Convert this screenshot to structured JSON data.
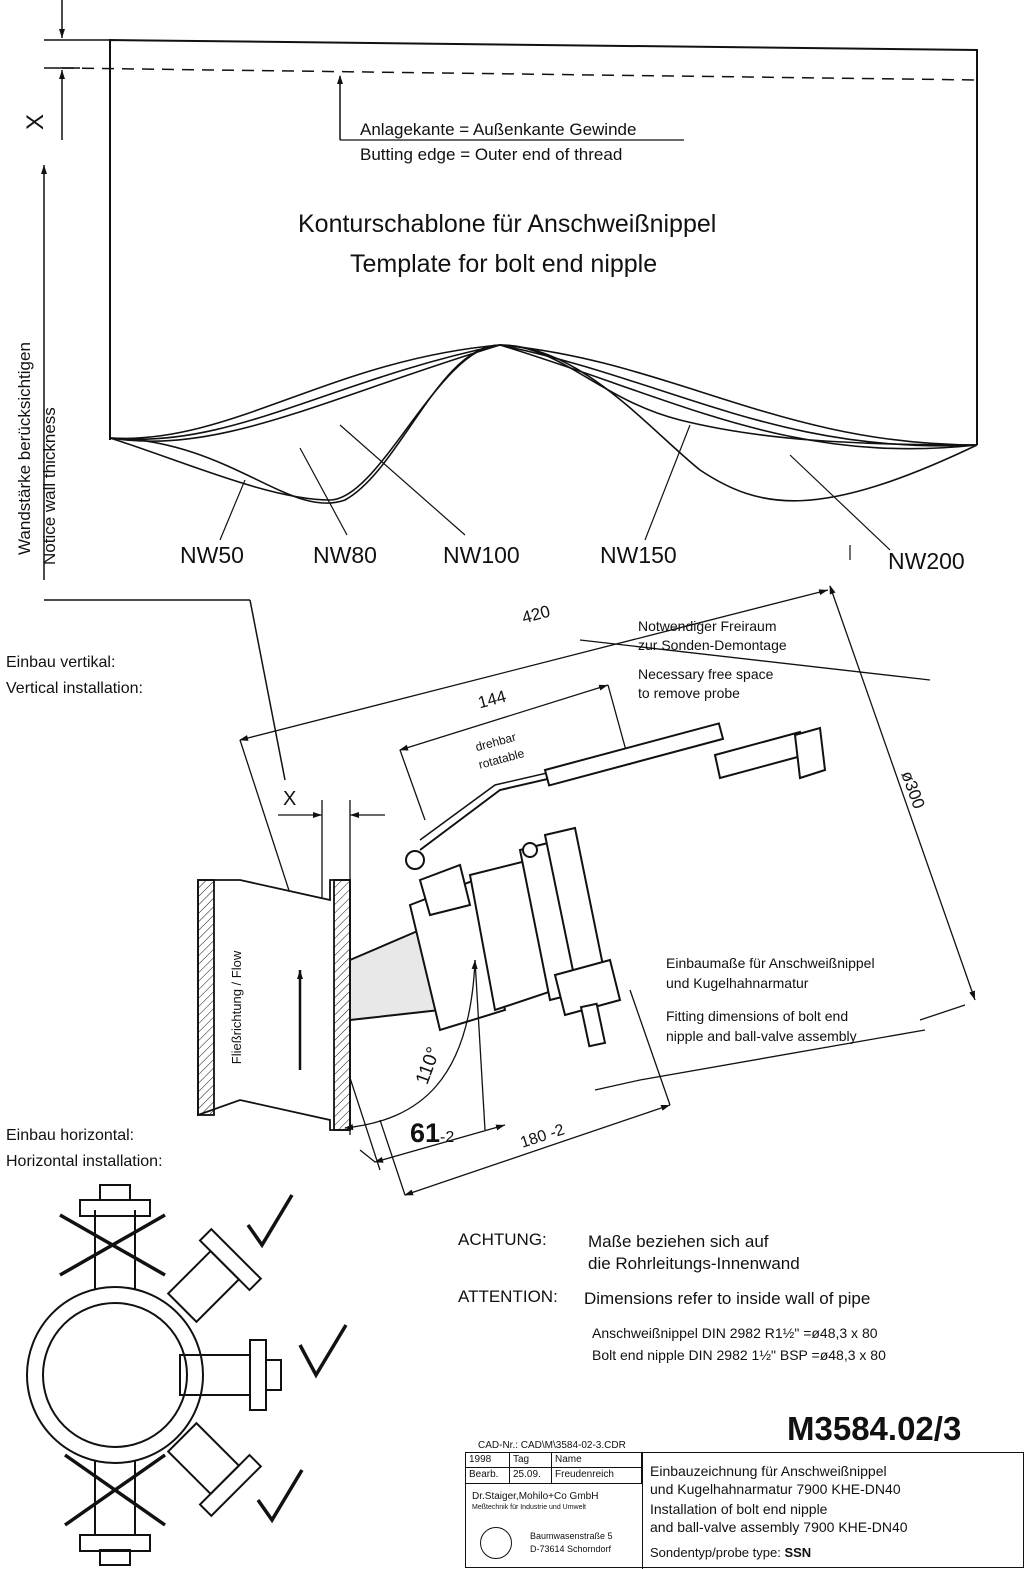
{
  "template": {
    "anlagekante_de": "Anlagekante = Außenkante Gewinde",
    "anlagekante_en": "Butting edge = Outer end of thread",
    "title_de": "Konturschablone für Anschweißnippel",
    "title_en": "Template for bolt end nipple",
    "x_label": "X",
    "wall_de": "Wandstärke berücksichtigen",
    "wall_en": "Notice wall thickness",
    "curves": [
      "NW50",
      "NW80",
      "NW100",
      "NW150",
      "NW200"
    ]
  },
  "vertical": {
    "label_de": "Einbau vertikal:",
    "label_en": "Vertical installation:",
    "dim_420": "420",
    "dim_144": "144",
    "drehbar": "drehbar",
    "rotatable": "rotatable",
    "dim_300": "ø300",
    "x_label": "X",
    "flow": "Fließrichtung / Flow",
    "angle": "110°",
    "dim_61": "61",
    "dim_61_tol": "-2",
    "dim_180": "180 -2",
    "freiraum_de_1": "Notwendiger Freiraum",
    "freiraum_de_2": "zur Sonden-Demontage",
    "freiraum_en_1": "Necessary free space",
    "freiraum_en_2": "to remove probe",
    "einbau_de_1": "Einbaumaße für Anschweißnippel",
    "einbau_de_2": "und Kugelhahnarmatur",
    "einbau_en_1": "Fitting dimensions of bolt end",
    "einbau_en_2": "nipple and ball-valve assembly"
  },
  "horizontal": {
    "label_de": "Einbau horizontal:",
    "label_en": "Horizontal installation:"
  },
  "notes": {
    "achtung": "ACHTUNG:",
    "achtung_text_1": "Maße beziehen sich auf",
    "achtung_text_2": "die Rohrleitungs-Innenwand",
    "attention": "ATTENTION:",
    "attention_text": "Dimensions refer to inside wall of pipe",
    "spec_de": "Anschweißnippel DIN 2982 R1½\" =ø48,3 x 80",
    "spec_en": "Bolt end nipple DIN 2982 1½\"  BSP =ø48,3 x 80"
  },
  "titleblock": {
    "drawing_no": "M3584.02/3",
    "cad": "CAD-Nr.: CAD\\M\\3584-02-3.CDR",
    "year": "1998",
    "tag": "Tag",
    "name": "Name",
    "bearb": "Bearb.",
    "date": "25.09.",
    "author": "Freudenreich",
    "company": "Dr.Staiger,Mohilo+Co GmbH",
    "company_sub": "Meßtechnik für Industrie und Umwelt",
    "street": "Baumwasenstraße 5",
    "city": "D-73614 Schorndorf",
    "title_de_1": "Einbauzeichnung für Anschweißnippel",
    "title_de_2": "und Kugelhahnarmatur 7900 KHE-DN40",
    "title_en_1": "Installation of bolt end nipple",
    "title_en_2": "and ball-valve assembly 7900 KHE-DN40",
    "probe_label": "Sondentyp/probe type:",
    "probe_type": "SSN"
  }
}
